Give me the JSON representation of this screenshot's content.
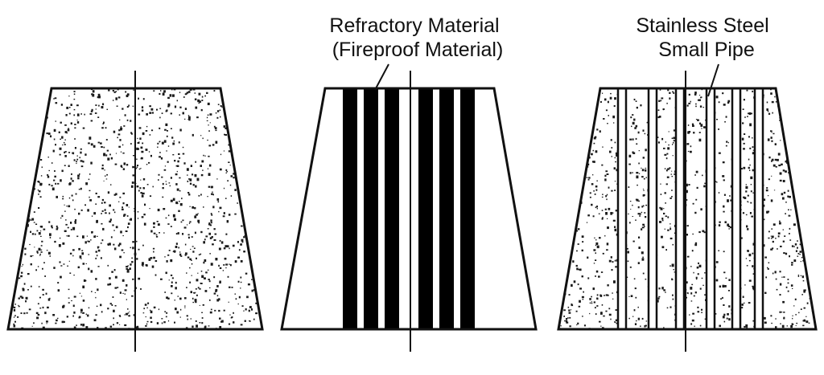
{
  "labels": {
    "refractory_line1": "Refractory Material",
    "refractory_line2": "(Fireproof Material)",
    "steel_line1": "Stainless Steel",
    "steel_line2": "Small Pipe"
  },
  "panels": [
    {
      "name": "plain",
      "fill": "speckled"
    },
    {
      "name": "refractory",
      "fill": "white",
      "bar_count": 6,
      "bar_color": "#000000"
    },
    {
      "name": "steel-pipe",
      "fill": "speckled",
      "pipe_count": 6
    }
  ],
  "colors": {
    "stroke": "#111111",
    "background": "#ffffff",
    "speckle": "#1a1a1a"
  }
}
